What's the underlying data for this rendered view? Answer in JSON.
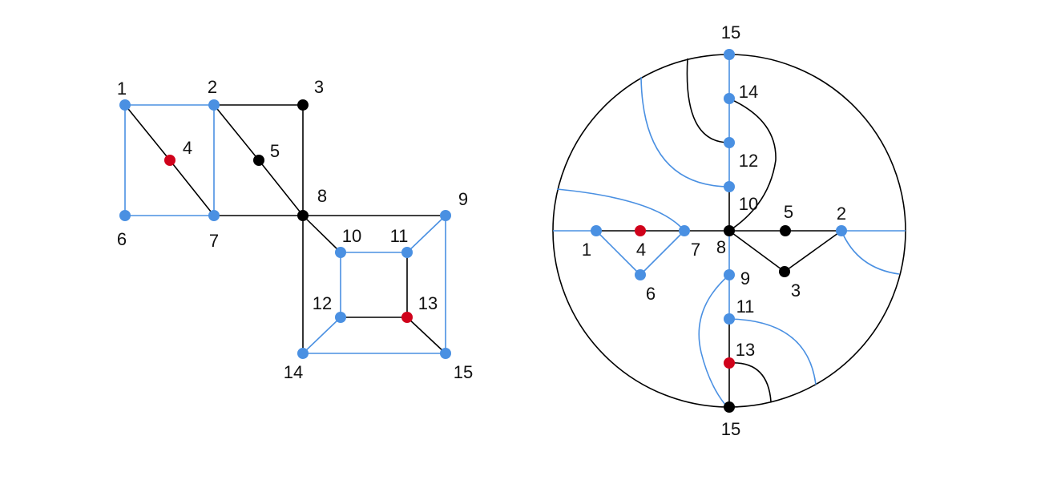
{
  "colors": {
    "blue": "#4a90e2",
    "black": "#000000",
    "red": "#d0021b"
  },
  "left_graph": {
    "nodes": [
      {
        "id": "1",
        "label": "1",
        "color": "blue"
      },
      {
        "id": "2",
        "label": "2",
        "color": "blue"
      },
      {
        "id": "3",
        "label": "3",
        "color": "black"
      },
      {
        "id": "4",
        "label": "4",
        "color": "red"
      },
      {
        "id": "5",
        "label": "5",
        "color": "black"
      },
      {
        "id": "6",
        "label": "6",
        "color": "blue"
      },
      {
        "id": "7",
        "label": "7",
        "color": "blue"
      },
      {
        "id": "8",
        "label": "8",
        "color": "black"
      },
      {
        "id": "9",
        "label": "9",
        "color": "blue"
      },
      {
        "id": "10",
        "label": "10",
        "color": "blue"
      },
      {
        "id": "11",
        "label": "11",
        "color": "blue"
      },
      {
        "id": "12",
        "label": "12",
        "color": "blue"
      },
      {
        "id": "13",
        "label": "13",
        "color": "red"
      },
      {
        "id": "14",
        "label": "14",
        "color": "blue"
      },
      {
        "id": "15",
        "label": "15",
        "color": "blue"
      }
    ],
    "edges": [
      {
        "from": "1",
        "to": "2",
        "color": "blue"
      },
      {
        "from": "1",
        "to": "6",
        "color": "blue"
      },
      {
        "from": "6",
        "to": "7",
        "color": "blue"
      },
      {
        "from": "2",
        "to": "7",
        "color": "blue"
      },
      {
        "from": "1",
        "to": "4",
        "color": "black"
      },
      {
        "from": "4",
        "to": "7",
        "color": "black"
      },
      {
        "from": "2",
        "to": "3",
        "color": "black"
      },
      {
        "from": "3",
        "to": "8",
        "color": "black"
      },
      {
        "from": "2",
        "to": "5",
        "color": "black"
      },
      {
        "from": "5",
        "to": "8",
        "color": "black"
      },
      {
        "from": "7",
        "to": "8",
        "color": "black"
      },
      {
        "from": "8",
        "to": "9",
        "color": "black"
      },
      {
        "from": "8",
        "to": "10",
        "color": "black"
      },
      {
        "from": "8",
        "to": "14",
        "color": "black"
      },
      {
        "from": "9",
        "to": "11",
        "color": "blue"
      },
      {
        "from": "9",
        "to": "15",
        "color": "blue"
      },
      {
        "from": "10",
        "to": "11",
        "color": "blue"
      },
      {
        "from": "10",
        "to": "12",
        "color": "blue"
      },
      {
        "from": "11",
        "to": "13",
        "color": "black"
      },
      {
        "from": "12",
        "to": "13",
        "color": "black"
      },
      {
        "from": "12",
        "to": "14",
        "color": "blue"
      },
      {
        "from": "13",
        "to": "15",
        "color": "black"
      },
      {
        "from": "14",
        "to": "15",
        "color": "blue"
      }
    ]
  },
  "right_graph": {
    "nodes": [
      {
        "id": "15-top",
        "label": "15",
        "color": "blue"
      },
      {
        "id": "14",
        "label": "14",
        "color": "blue"
      },
      {
        "id": "12",
        "label": "12",
        "color": "blue"
      },
      {
        "id": "10",
        "label": "10",
        "color": "blue"
      },
      {
        "id": "8",
        "label": "8",
        "color": "black"
      },
      {
        "id": "1",
        "label": "1",
        "color": "blue"
      },
      {
        "id": "4",
        "label": "4",
        "color": "red"
      },
      {
        "id": "7",
        "label": "7",
        "color": "blue"
      },
      {
        "id": "6",
        "label": "6",
        "color": "blue"
      },
      {
        "id": "5",
        "label": "5",
        "color": "black"
      },
      {
        "id": "2",
        "label": "2",
        "color": "blue"
      },
      {
        "id": "3",
        "label": "3",
        "color": "black"
      },
      {
        "id": "9",
        "label": "9",
        "color": "blue"
      },
      {
        "id": "11",
        "label": "11",
        "color": "blue"
      },
      {
        "id": "13",
        "label": "13",
        "color": "red"
      },
      {
        "id": "15-bottom",
        "label": "15",
        "color": "black"
      }
    ],
    "edges": [
      {
        "from": "15-top",
        "to": "14",
        "color": "blue"
      },
      {
        "from": "14",
        "to": "12",
        "color": "blue"
      },
      {
        "from": "12",
        "to": "10",
        "color": "blue"
      },
      {
        "from": "10",
        "to": "8",
        "color": "black"
      },
      {
        "from": "1",
        "to": "4",
        "color": "black"
      },
      {
        "from": "4",
        "to": "7",
        "color": "black"
      },
      {
        "from": "7",
        "to": "8",
        "color": "black"
      },
      {
        "from": "1",
        "to": "6",
        "color": "blue"
      },
      {
        "from": "6",
        "to": "7",
        "color": "blue"
      },
      {
        "from": "8",
        "to": "5",
        "color": "black"
      },
      {
        "from": "5",
        "to": "2",
        "color": "black"
      },
      {
        "from": "8",
        "to": "3",
        "color": "black"
      },
      {
        "from": "3",
        "to": "2",
        "color": "black"
      },
      {
        "from": "8",
        "to": "9",
        "color": "blue"
      },
      {
        "from": "9",
        "to": "11",
        "color": "blue"
      },
      {
        "from": "11",
        "to": "13",
        "color": "black"
      },
      {
        "from": "13",
        "to": "15-bottom",
        "color": "black"
      }
    ]
  }
}
